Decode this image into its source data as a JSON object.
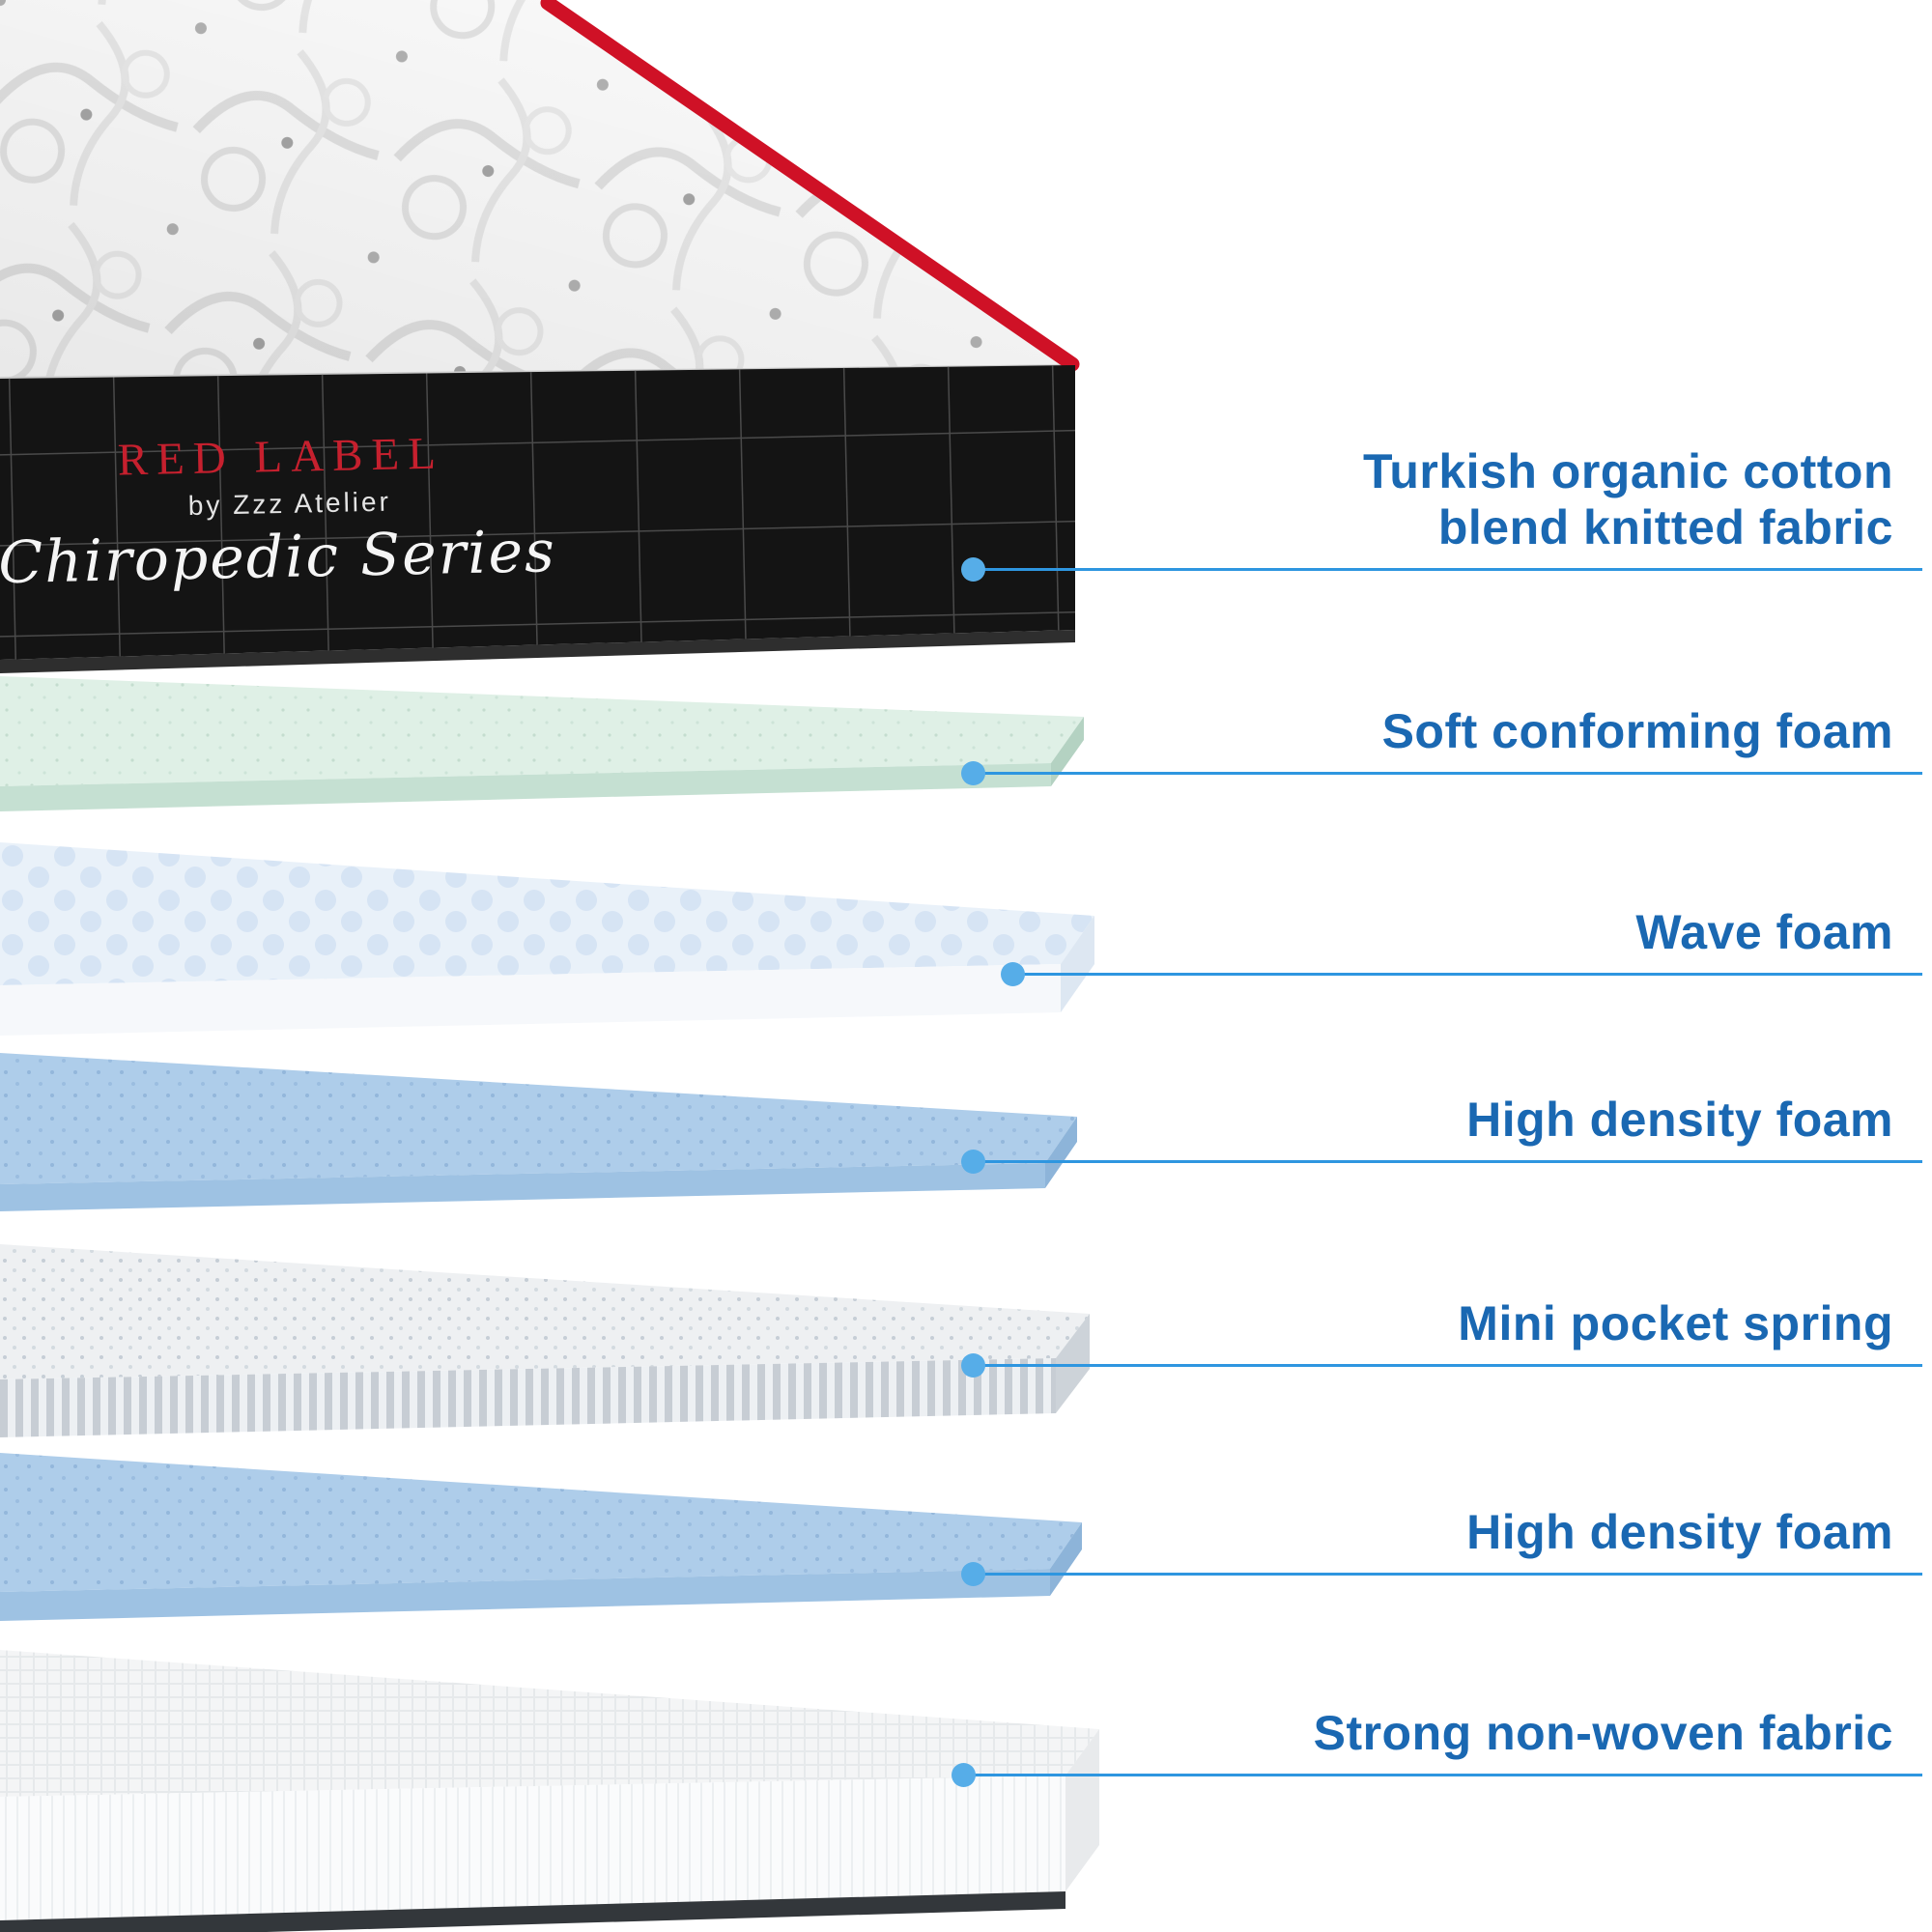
{
  "brand": {
    "name": "RED LABEL",
    "byline": "by Zzz Atelier",
    "series": "Chiropedic Series"
  },
  "callouts": [
    {
      "label": "Turkish organic cotton\nblend knitted fabric",
      "layer_color": "#fafafa"
    },
    {
      "label": "Soft conforming foam",
      "layer_color": "#dff0e6"
    },
    {
      "label": "Wave foam",
      "layer_color": "#e9f1f9"
    },
    {
      "label": "High density foam",
      "layer_color": "#aecdea"
    },
    {
      "label": "Mini pocket spring",
      "layer_color": "#eef0f2"
    },
    {
      "label": "High density foam",
      "layer_color": "#aecdea"
    },
    {
      "label": "Strong non-woven fabric",
      "layer_color": "#f4f5f6"
    }
  ],
  "colors": {
    "label_text": "#1a68b2",
    "callout_line": "#2e96e0",
    "callout_dot": "#56ade8",
    "brand_red": "#c6202e",
    "trim_red": "#cf1126",
    "panel_black": "#141414",
    "background": "#ffffff"
  }
}
